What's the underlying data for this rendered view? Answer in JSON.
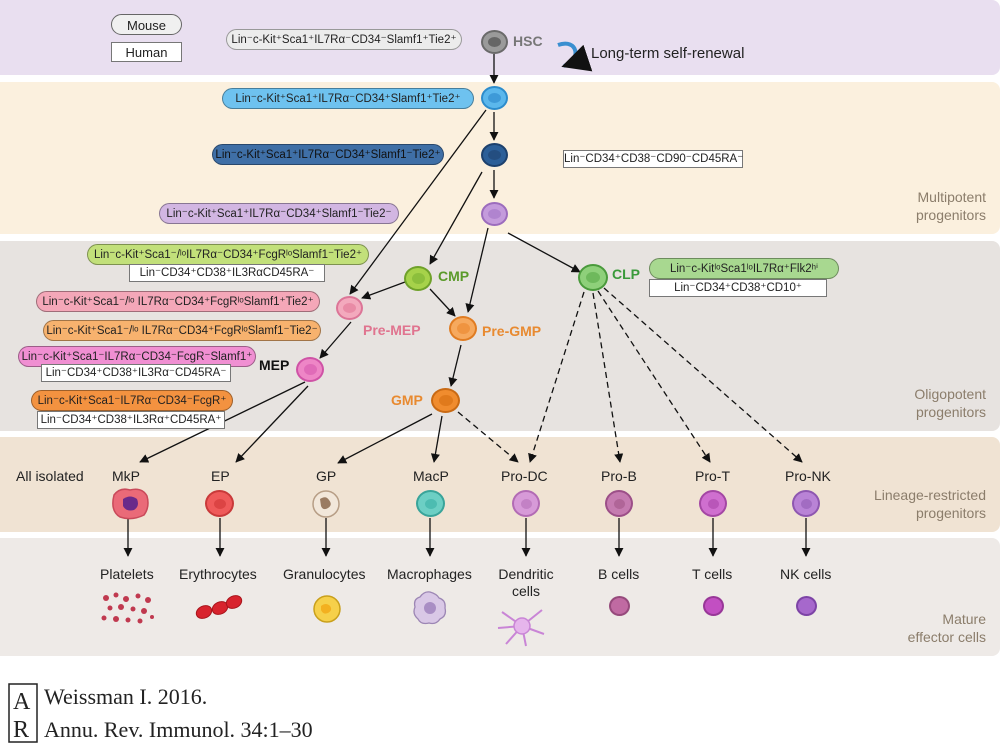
{
  "legend": {
    "mouse": "Mouse",
    "human": "Human"
  },
  "bands": {
    "multipotent": [
      "Multipotent",
      "progenitors"
    ],
    "oligopotent": [
      "Oligopotent",
      "progenitors"
    ],
    "lineage": [
      "Lineage-restricted",
      "progenitors"
    ],
    "mature": [
      "Mature",
      "effector cells"
    ]
  },
  "hsc": {
    "label": "HSC",
    "self_renewal": "Long-term self-renewal",
    "marker": "Lin⁻c-Kit⁺Sca1⁺IL7Rα⁻CD34⁻Slamf1⁺Tie2⁺"
  },
  "mpp": {
    "m1": "Lin⁻c-Kit⁺Sca1⁺IL7Rα⁻CD34⁺Slamf1⁺Tie2⁺",
    "m2": "Lin⁻c-Kit⁺Sca1⁺IL7Rα⁻CD34⁺Slamf1⁻Tie2⁺",
    "m3": "Lin⁻c-Kit⁺Sca1⁺IL7Rα⁻CD34⁺Slamf1⁻Tie2⁻",
    "human": "Lin⁻CD34⁺CD38⁻CD90⁻CD45RA⁻"
  },
  "cmp": {
    "label": "CMP",
    "mouse": "Lin⁻c-Kit⁺Sca1⁻/ˡᵒIL7Rα⁻CD34⁺FcgRˡᵒSlamf1⁻Tie2⁺",
    "human": "Lin⁻CD34⁺CD38⁺IL3RαCD45RA⁻"
  },
  "premep": {
    "label": "Pre-MEP",
    "mouse": "Lin⁻c-Kit⁺Sca1⁻/ˡᵒ IL7Rα⁻CD34⁺FcgRˡᵒSlamf1⁺Tie2⁺"
  },
  "pregmp": {
    "label": "Pre-GMP",
    "mouse": "Lin⁻c-Kit⁺Sca1⁻/ˡᵒ IL7Rα⁻CD34⁺FcgRˡᵒSlamf1⁻Tie2⁻"
  },
  "mep": {
    "label": "MEP",
    "mouse": "Lin⁻c-Kit⁺Sca1⁻IL7Rα⁻CD34⁻FcgR⁻Slamf1⁺",
    "human": "Lin⁻CD34⁺CD38⁺IL3Rα⁻CD45RA⁻"
  },
  "gmp": {
    "label": "GMP",
    "mouse": "Lin⁻c-Kit⁺Sca1⁻IL7Rα⁻CD34⁻FcgR⁺",
    "human": "Lin⁻CD34⁺CD38⁺IL3Rα⁺CD45RA⁺"
  },
  "clp": {
    "label": "CLP",
    "mouse": "Lin⁻c-KitˡᵒSca1ˡᵒIL7Rα⁺Flk2ʰⁱ",
    "human": "Lin⁻CD34⁺CD38⁺CD10⁺"
  },
  "lineage_note": "All isolated",
  "lineage": [
    "MkP",
    "EP",
    "GP",
    "MacP",
    "Pro-DC",
    "Pro-B",
    "Pro-T",
    "Pro-NK"
  ],
  "mature": [
    "Platelets",
    "Erythrocytes",
    "Granulocytes",
    "Macrophages",
    "Dendritic cells",
    "B cells",
    "T cells",
    "NK cells"
  ],
  "citation": {
    "line1": "Weissman I. 2016.",
    "line2": "Annu. Rev. Immunol. 34:1–30",
    "logo": "AR"
  },
  "colors": {
    "purple_band": "#e9dff0",
    "yellow_band": "#fbf0de",
    "grey_band": "#e7e3e0",
    "tan_band": "#f0e3d3",
    "mature_band": "#eeeae7"
  }
}
